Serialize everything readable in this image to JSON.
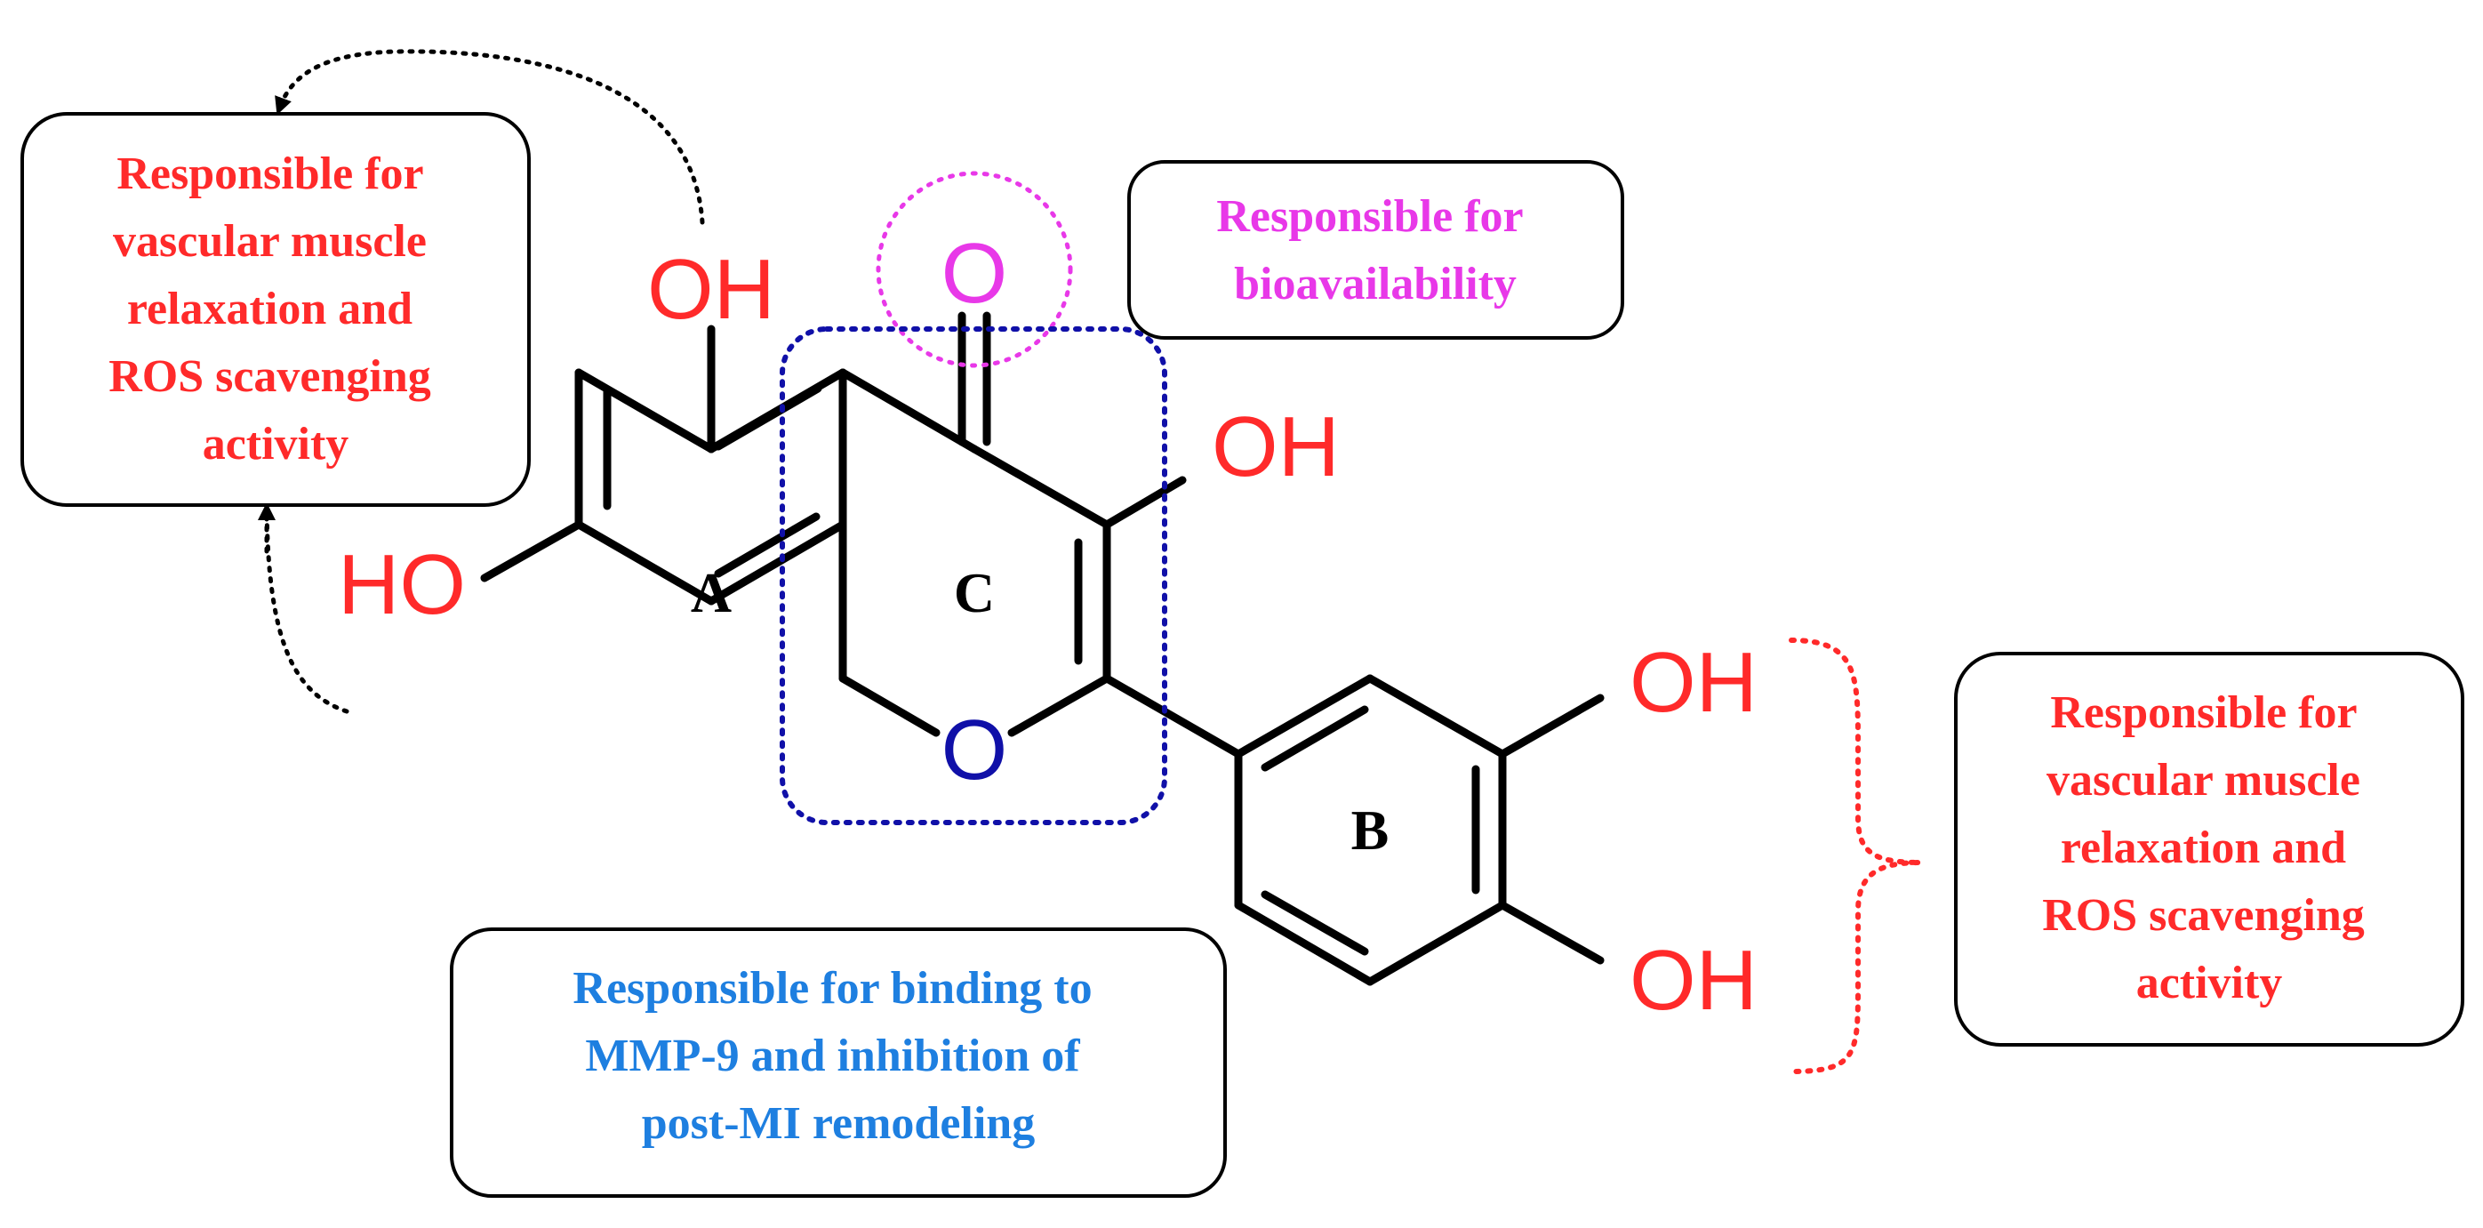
{
  "colors": {
    "red": "#ff2a2a",
    "magenta": "#e838e8",
    "blue": "#1e7fe0",
    "dark_blue": "#1010a8",
    "black": "#000000"
  },
  "boxes": {
    "top_left": [
      "Responsible for",
      "vascular muscle",
      "relaxation and",
      "ROS scavenging",
      "activity"
    ],
    "top_middle": [
      "Responsible for",
      "bioavailability"
    ],
    "bottom_middle": [
      "Responsible for binding to",
      "MMP-9 and inhibition of",
      "post-MI remodeling"
    ],
    "right": [
      "Responsible for",
      "vascular muscle",
      "relaxation and",
      "ROS scavenging",
      "activity"
    ]
  },
  "atoms": {
    "oh_5": "OH",
    "oh_7": "HO",
    "o_carbonyl": "O",
    "oh_3": "OH",
    "o_ring": "O",
    "oh_3prime": "OH",
    "oh_4prime": "OH"
  },
  "rings": {
    "a": "A",
    "b": "B",
    "c": "C"
  }
}
